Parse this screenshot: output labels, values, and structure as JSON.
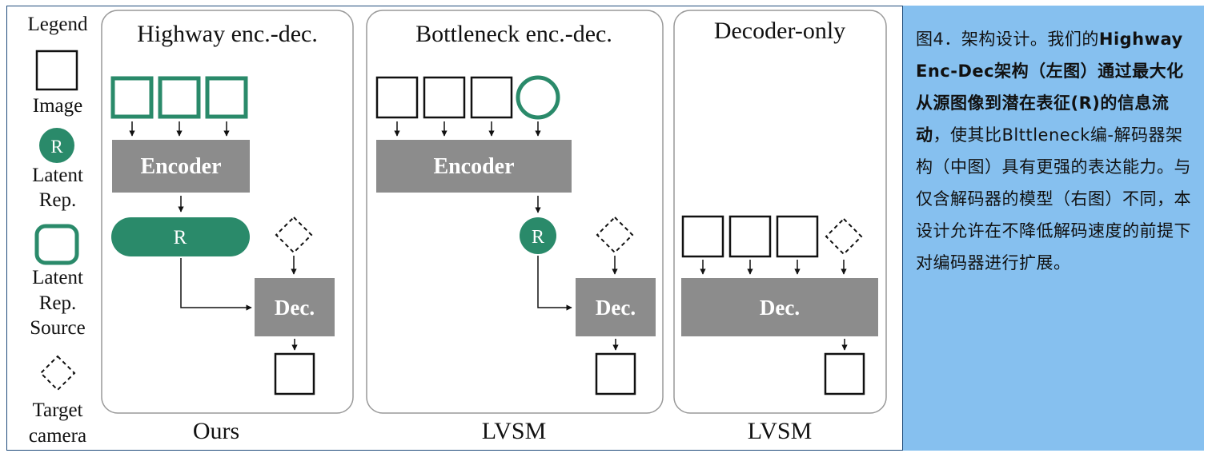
{
  "legend": {
    "title": "Legend",
    "image_label": "Image",
    "latent_rep_badge": "R",
    "latent_rep_label_1": "Latent",
    "latent_rep_label_2": "Rep.",
    "latent_source_label_1": "Latent",
    "latent_source_label_2": "Rep.",
    "latent_source_label_3": "Source",
    "target_camera_label_1": "Target",
    "target_camera_label_2": "camera"
  },
  "panels": [
    {
      "title": "Highway enc.-dec.",
      "encoder": "Encoder",
      "latent": "R",
      "decoder": "Dec.",
      "footer": "Ours"
    },
    {
      "title": "Bottleneck enc.-dec.",
      "encoder": "Encoder",
      "latent": "R",
      "decoder": "Dec.",
      "footer": "LVSM"
    },
    {
      "title": "Decoder-only",
      "decoder": "Dec.",
      "footer": "LVSM"
    }
  ],
  "caption": {
    "part1": "图4．架构设计。我们的",
    "part2_bold": "Highway Enc-Dec架构（左图）通过最大化从源图像到潜在表征(R)的信息流动",
    "part3": "，使其比Blttleneck编-解码器架构（中图）具有更强的表达能力。与仅含解码器的模型（右图）不同，本设计允许在不降低解码速度的前提下对编码器进行扩展。"
  },
  "colors": {
    "green": "#2a8a6a",
    "gray": "#8c8c8c",
    "caption_bg": "#86c0ef",
    "border": "#1e4b7a"
  }
}
